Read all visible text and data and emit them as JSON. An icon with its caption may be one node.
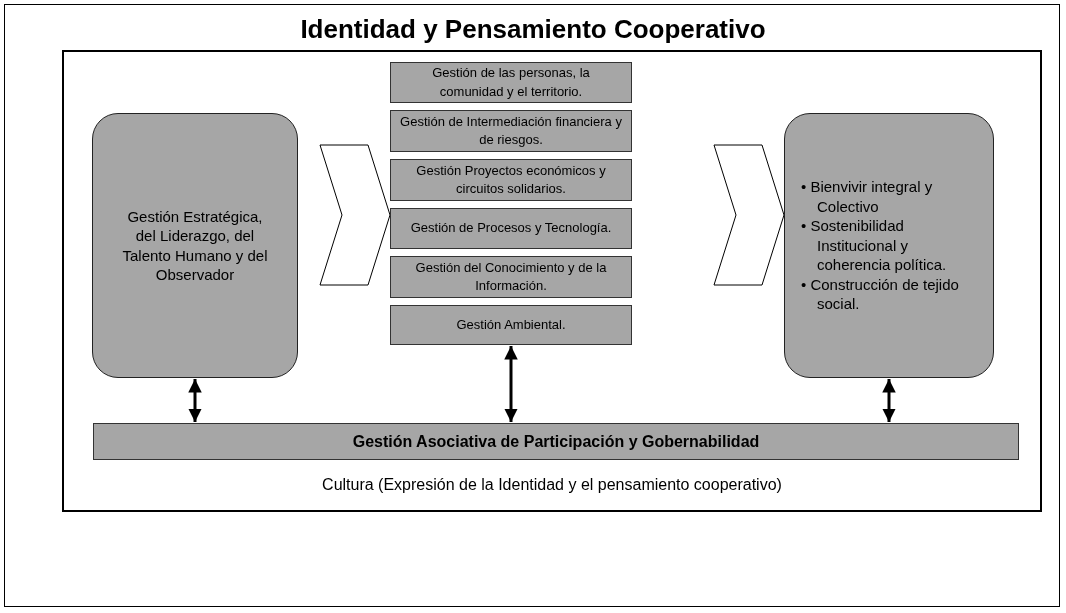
{
  "diagram": {
    "title": "Identidad y Pensamiento Cooperativo",
    "nodes": [
      {
        "text": [
          "Cultura (Expresión de la Identidad y el pensamiento cooperativo)"
        ]
      },
      {
        "text": [
          "Gestión Estratégica, del Liderazgo, del Talento Humano y del Observador"
        ],
        "in": 0
      },
      {
        "text": [
          "Gestión de las personas, la comunidad y el territorio."
        ],
        "in": 0
      },
      {
        "text": [
          "Gestión de Intermediación financiera y de riesgos."
        ],
        "in": 0
      },
      {
        "text": [
          "Gestión Proyectos económicos y circuitos solidarios."
        ],
        "in": 0
      },
      {
        "text": [
          "Gestión de Procesos y Tecnología."
        ],
        "in": 0
      },
      {
        "text": [
          "Gestión del Conocimiento y de la Información."
        ],
        "in": 0
      },
      {
        "text": [
          "Gestión Ambiental."
        ],
        "in": 0
      },
      {
        "text": [
          "• Bienvivir integral y Colectivo",
          "• Sostenibilidad Institucional y coherencia política.",
          "• Construcción de tejido social."
        ],
        "in": 0
      },
      {
        "text": [
          "Gestión Asociativa de Participación y Gobernabilidad"
        ],
        "in": 0
      }
    ],
    "edges": [
      {
        "from": 1,
        "to": 4,
        "arrow": "to"
      },
      {
        "from": 4,
        "to": 8,
        "arrow": "to"
      },
      {
        "from": 1,
        "to": 9,
        "arrow": "both"
      },
      {
        "from": 7,
        "to": 9,
        "arrow": "both"
      },
      {
        "from": 8,
        "to": 9,
        "arrow": "both"
      }
    ]
  }
}
